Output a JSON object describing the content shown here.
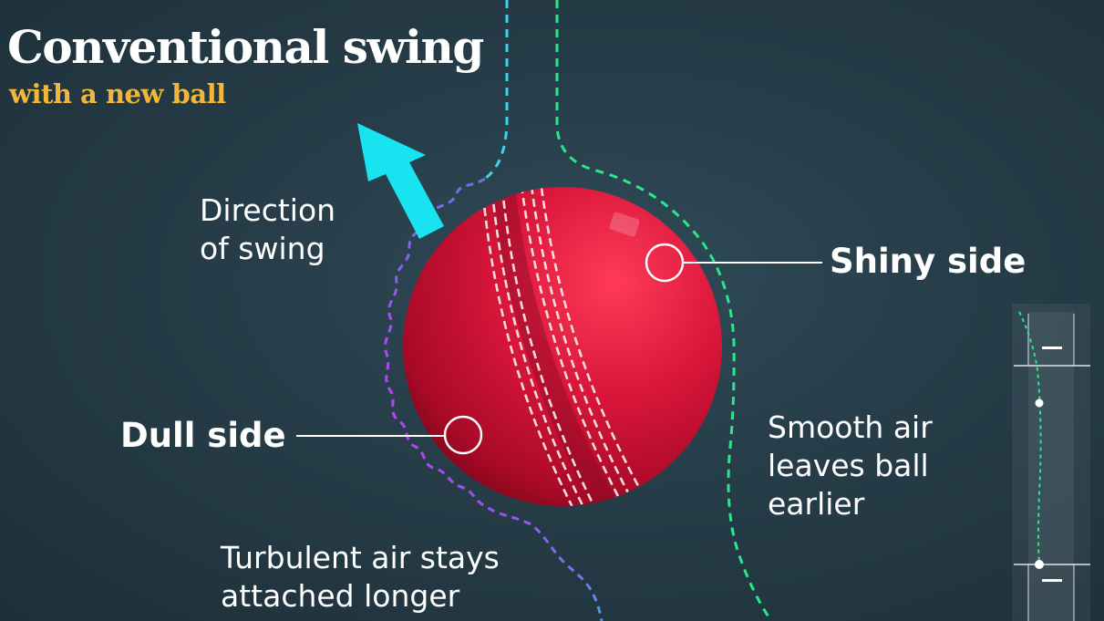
{
  "header": {
    "title": "Conventional swing",
    "subtitle": "with a new ball"
  },
  "labels": {
    "direction_line1": "Direction",
    "direction_line2": "of swing",
    "shiny_side": "Shiny side",
    "dull_side": "Dull side",
    "smooth_line1": "Smooth air",
    "smooth_line2": "leaves ball",
    "smooth_line3": "earlier",
    "turbulent_line1": "Turbulent air stays",
    "turbulent_line2": "attached longer"
  },
  "colors": {
    "background": "#243a45",
    "ball_red": "#d11432",
    "seam_white": "#f5dce0",
    "arrow_cyan": "#19e3f0",
    "smooth_air_green": "#2ce68d",
    "turbulent_air_purple": "#b445f0",
    "turbulent_air_blue": "#5a8fe6",
    "subtitle_gold": "#f2b63a"
  },
  "icons": {
    "arrow": "direction-of-swing-arrow",
    "ball": "cricket-ball",
    "minimap": "pitch-minimap"
  }
}
